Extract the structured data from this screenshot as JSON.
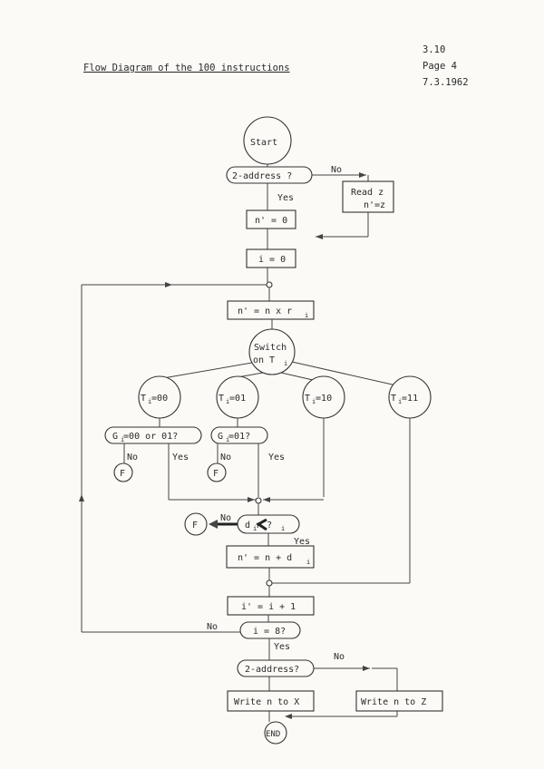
{
  "header": {
    "title": "Flow Diagram of the 100 instructions",
    "ref": "3.10",
    "page": "Page 4",
    "date": "7.3.1962"
  },
  "nodes": {
    "start": "Start",
    "two_address_1": "2-address ?",
    "read_z": "Read z",
    "n_eq_z": "n'=z",
    "n_zero": "n' = 0",
    "i_zero": "i = 0",
    "n_mult": "n' = n x r",
    "switch": "Switch",
    "switch_on": "on  T",
    "t00": "T  =00",
    "t01": "T  =01",
    "t10": "T  =10",
    "t11": "T  =11",
    "g_test1": "G  =00 or 01?",
    "g_test2": "G  =01?",
    "f1": "F",
    "f2": "F",
    "f3": "F",
    "d_test": "d   r ?",
    "n_add": "n' = n + d",
    "i_inc": "i' = i + 1",
    "i_test": "i = 8?",
    "two_address_2": "2-address?",
    "write_x": "Write n to X",
    "write_z": "Write n to Z",
    "end": "END",
    "sub_i": "i"
  },
  "labels": {
    "no": "No",
    "yes": "Yes"
  }
}
